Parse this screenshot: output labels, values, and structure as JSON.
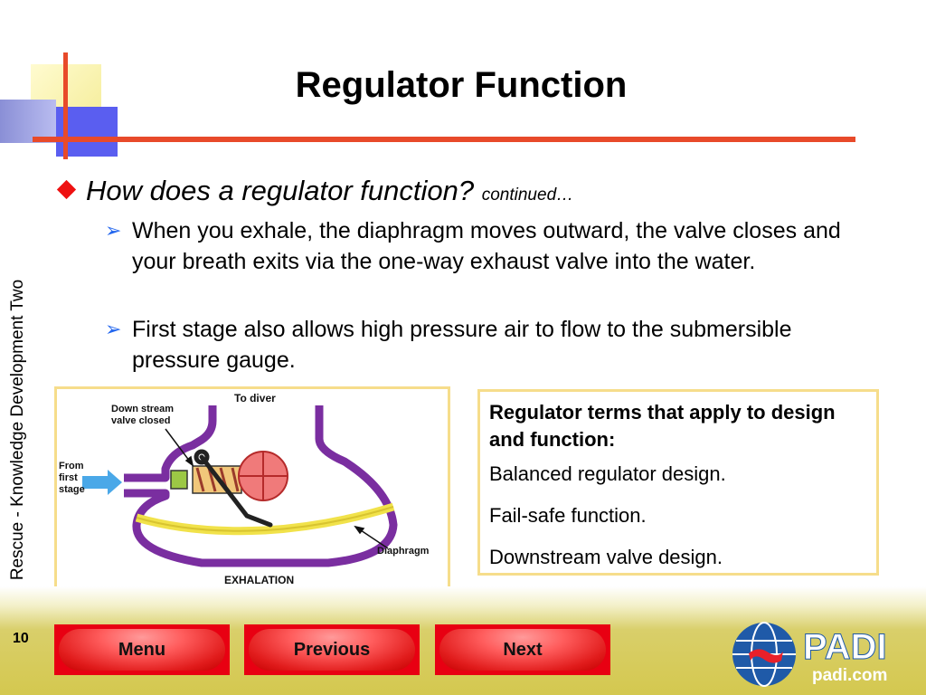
{
  "slide": {
    "title": "Regulator Function",
    "side_text": "Rescue - Knowledge Development Two",
    "page_number": "10"
  },
  "content": {
    "bullet_main": "How does a regulator function?",
    "bullet_main_suffix": "continued…",
    "sub_bullets": [
      "When you exhale, the diaphragm moves outward, the valve closes and your breath exits via the one-way exhaust valve into the water.",
      "First stage also allows high pressure air to flow to the submersible pressure gauge."
    ]
  },
  "figure": {
    "to_diver": "To diver",
    "valve_line1": "Down stream",
    "valve_line2": "valve closed",
    "from_line1": "From",
    "from_line2": "first",
    "from_line3": "stage",
    "diaphragm": "Diaphragm",
    "caption": "EXHALATION"
  },
  "terms_box": {
    "heading": "Regulator terms that apply to design and function:",
    "terms": [
      "Balanced regulator design.",
      "Fail-safe function.",
      "Downstream valve design."
    ]
  },
  "nav": {
    "menu": "Menu",
    "previous": "Previous",
    "next": "Next"
  },
  "logo": {
    "brand": "PADI",
    "url": "padi.com"
  },
  "colors": {
    "accent_red": "#e84a2a",
    "bullet_red": "#ee1111",
    "arrow_blue": "#2266ee",
    "button_red": "#e80012",
    "box_border": "#f6dd8b",
    "figure_purple": "#7a2ea0",
    "logo_blue": "#1f5aa8"
  }
}
